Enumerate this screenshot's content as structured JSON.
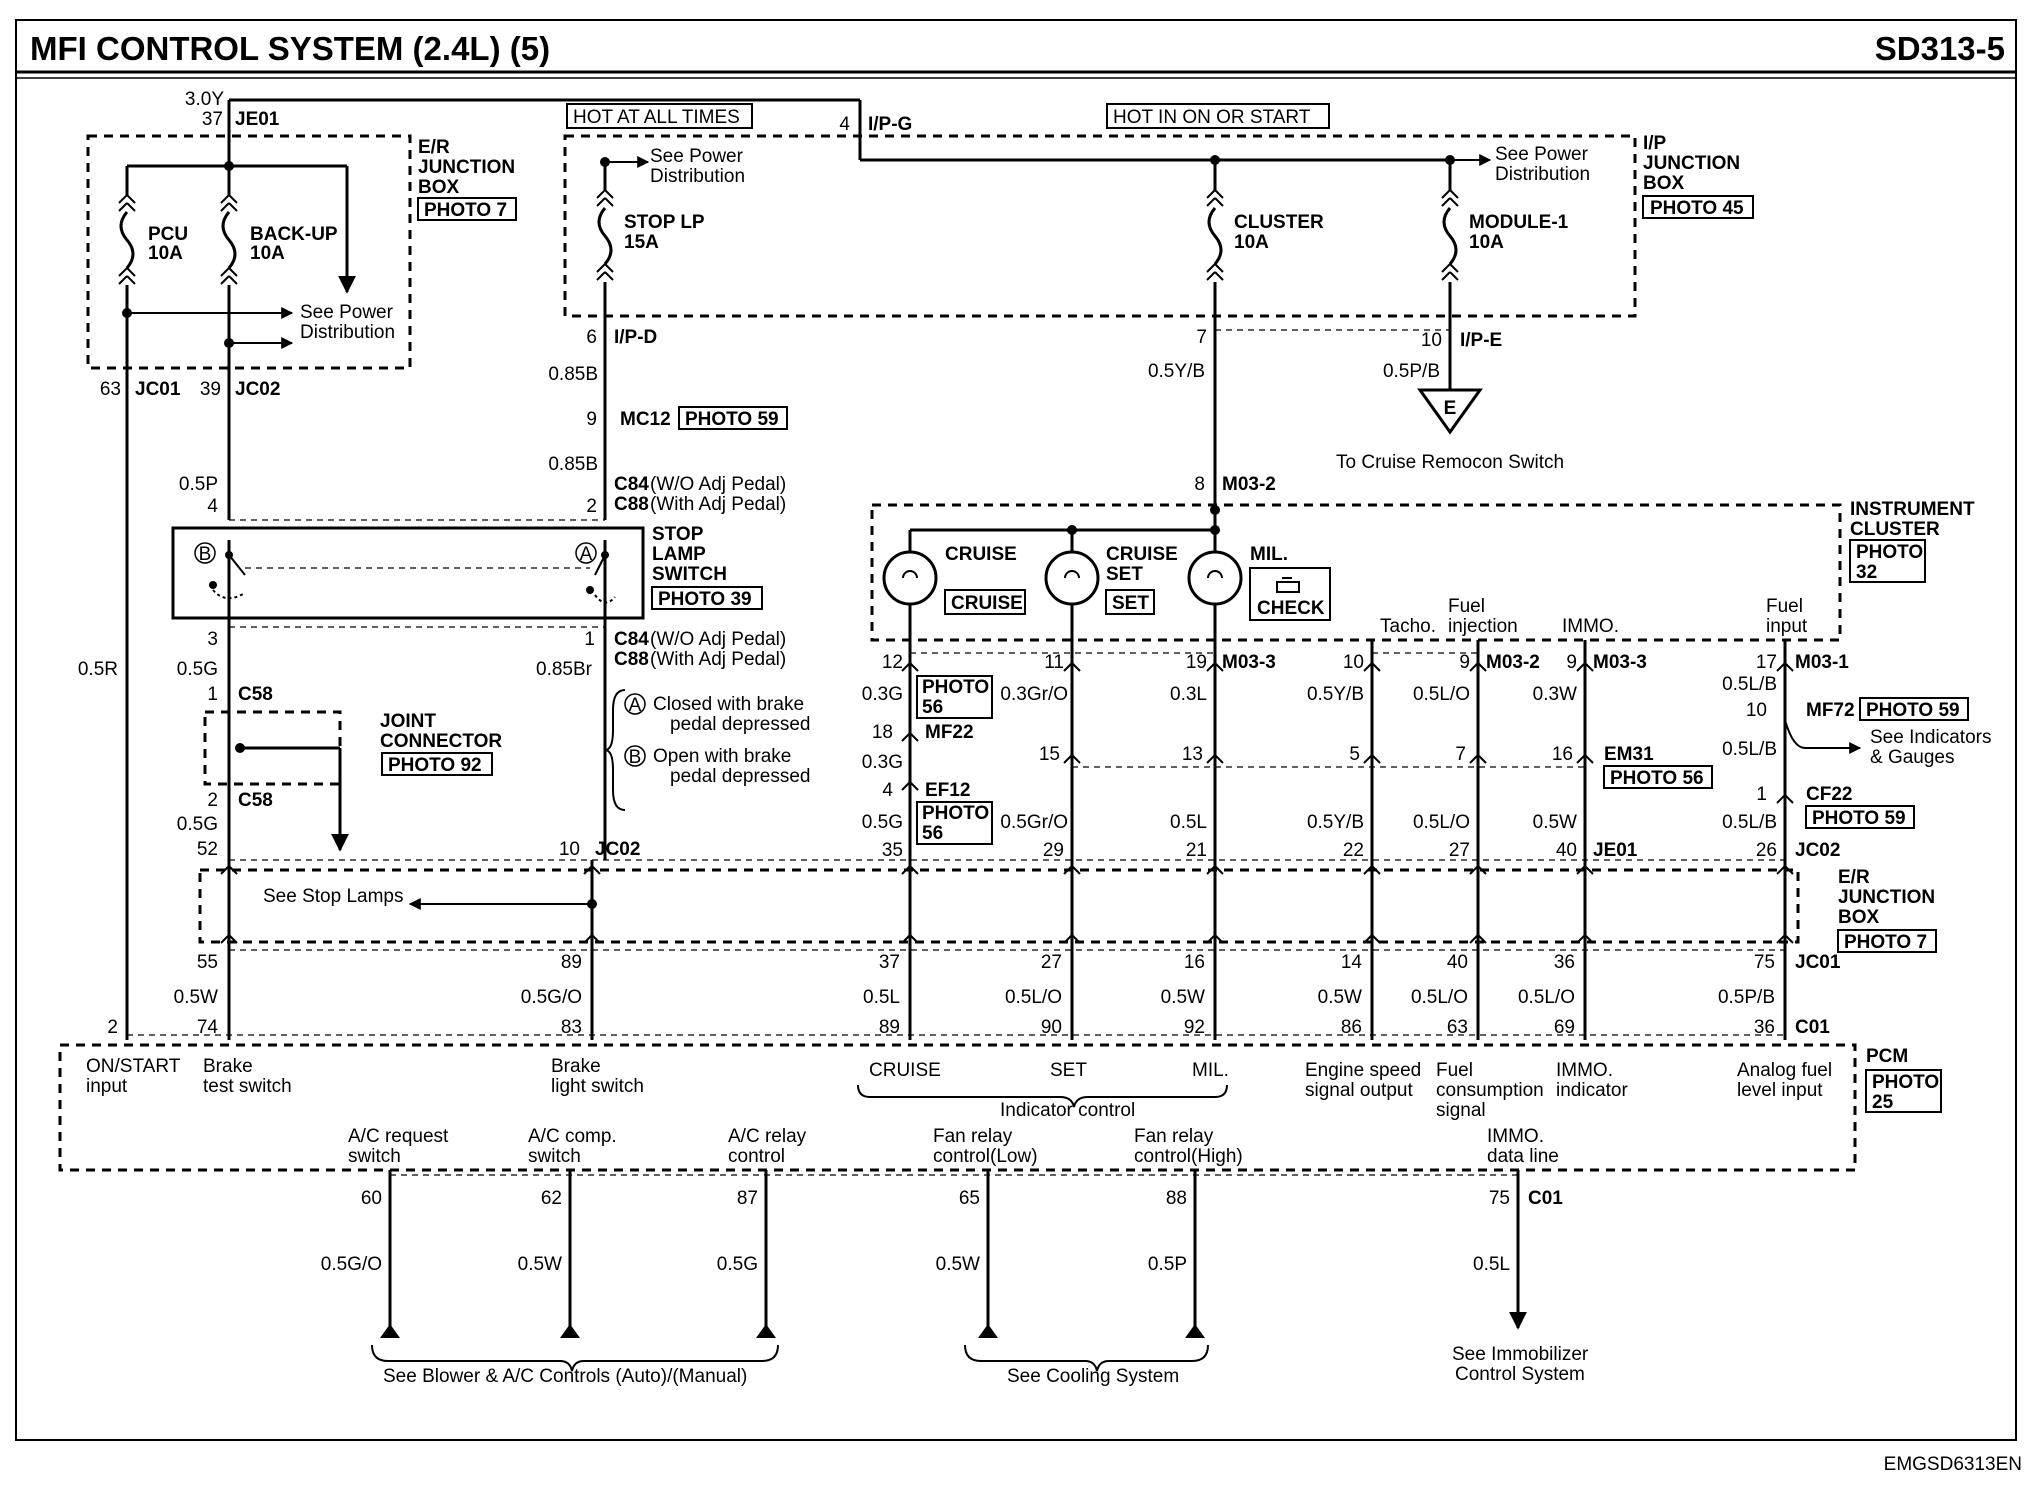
{
  "header": {
    "title": "MFI CONTROL SYSTEM (2.4L) (5)",
    "page_code": "SD313-5"
  },
  "footer": {
    "code": "EMGSD6313EN"
  },
  "er_box_top": {
    "label_1": "E/R",
    "label_2": "JUNCTION",
    "label_3": "BOX",
    "photo": "PHOTO 7",
    "pcu_name": "PCU",
    "pcu_amp": "10A",
    "backup_name": "BACK-UP",
    "backup_amp": "10A",
    "see_power_1": "See Power",
    "see_power_2": "Distribution",
    "voltage": "3.0Y",
    "je01_pin": "37",
    "je01": "JE01",
    "jc01_pin": "63",
    "jc01": "JC01",
    "jc02_pin": "39",
    "jc02": "JC02"
  },
  "ip_box": {
    "hot_all": "HOT AT ALL TIMES",
    "hot_on": "HOT IN ON OR START",
    "ipg_pin": "4",
    "ipg": "I/P-G",
    "label_1": "I/P",
    "label_2": "JUNCTION",
    "label_3": "BOX",
    "photo": "PHOTO 45",
    "stop_name": "STOP LP",
    "stop_amp": "15A",
    "cluster_name": "CLUSTER",
    "cluster_amp": "10A",
    "module_name": "MODULE-1",
    "module_amp": "10A",
    "see_power_1": "See Power",
    "see_power_2": "Distribution",
    "ipd_pin": "6",
    "ipd": "I/P-D",
    "ip_pin7": "7",
    "ipe_pin": "10",
    "ipe": "I/P-E"
  },
  "left_wires": {
    "w085b_1": "0.85B",
    "mc12_pin": "9",
    "mc12": "MC12",
    "mc12_photo": "PHOTO 59",
    "w085b_2": "0.85B",
    "c84": "C84",
    "c84_note": "(W/O Adj Pedal)",
    "c88": "C88",
    "c88_note": "(With Adj Pedal)",
    "pin2": "2",
    "pin4": "4",
    "w05p": "0.5P",
    "w05r": "0.5R",
    "pin3": "3",
    "pin1": "1",
    "w05g": "0.5G",
    "w085br": "0.85Br",
    "c58_pin1": "1",
    "c58": "C58",
    "c58_pin2": "2",
    "w05g_2": "0.5G",
    "pin52": "52",
    "pin10": "10",
    "jc02": "JC02"
  },
  "stop_switch": {
    "label_1": "STOP",
    "label_2": "LAMP",
    "label_3": "SWITCH",
    "photo": "PHOTO 39",
    "mark_b": "B",
    "mark_a": "A",
    "legend_a_1": "Closed with brake",
    "legend_a_2": "pedal depressed",
    "legend_b_1": "Open with brake",
    "legend_b_2": "pedal depressed"
  },
  "joint": {
    "label_1": "JOINT",
    "label_2": "CONNECTOR",
    "photo": "PHOTO 92"
  },
  "cruise_side": {
    "w05yb": "0.5Y/B",
    "w05pb": "0.5P/B",
    "e_mark": "E",
    "to_cruise": "To Cruise Remocon Switch",
    "m03_2_pin": "8",
    "m03_2": "M03-2"
  },
  "cluster": {
    "label_1": "INSTRUMENT",
    "label_2": "CLUSTER",
    "photo_1": "PHOTO",
    "photo_2": "32",
    "cruise": "CRUISE",
    "cruise_box": "CRUISE",
    "cruise_set_1": "CRUISE",
    "cruise_set_2": "SET",
    "set_box": "SET",
    "mil": "MIL.",
    "check": "CHECK",
    "tacho": "Tacho.",
    "fuel_inj_1": "Fuel",
    "fuel_inj_2": "injection",
    "immo": "IMMO.",
    "fuel_in_1": "Fuel",
    "fuel_in_2": "input"
  },
  "cols": {
    "p12": "12",
    "w03g": "0.3G",
    "photo56_1": "PHOTO",
    "photo56_2": "56",
    "p18": "18",
    "mf22": "MF22",
    "w03g_2": "0.3G",
    "p4": "4",
    "ef12": "EF12",
    "w05g": "0.5G",
    "photo56b_1": "PHOTO",
    "photo56b_2": "56",
    "p35": "35",
    "p11": "11",
    "w03gro": "0.3Gr/O",
    "p15": "15",
    "w05gro": "0.5Gr/O",
    "p29": "29",
    "p19": "19",
    "m03_3": "M03-3",
    "w03l": "0.3L",
    "p13": "13",
    "w05l": "0.5L",
    "p21": "21",
    "p10": "10",
    "w05yb": "0.5Y/B",
    "p5": "5",
    "w05yb_2": "0.5Y/B",
    "p22": "22",
    "p9a": "9",
    "m03_2": "M03-2",
    "w05lo": "0.5L/O",
    "p7": "7",
    "w05lo_2": "0.5L/O",
    "p27": "27",
    "p9b": "9",
    "m03_3b": "M03-3",
    "w03w": "0.3W",
    "p16": "16",
    "em31": "EM31",
    "em31_photo": "PHOTO 56",
    "w05w": "0.5W",
    "p40": "40",
    "je01": "JE01",
    "p17": "17",
    "m03_1": "M03-1",
    "w05lb": "0.5L/B",
    "p10b": "10",
    "mf72": "MF72",
    "mf72_photo": "PHOTO 59",
    "w05lb_2": "0.5L/B",
    "p1": "1",
    "cf22": "CF22",
    "cf22_photo": "PHOTO 59",
    "w05lb_3": "0.5L/B",
    "p26": "26",
    "jc02": "JC02",
    "see_ind_1": "See Indicators",
    "see_ind_2": "& Gauges"
  },
  "er_box_bottom": {
    "see_stop": "See Stop Lamps",
    "label_1": "E/R",
    "label_2": "JUNCTION",
    "label_3": "BOX",
    "photo": "PHOTO 7",
    "p55": "55",
    "p89": "89",
    "p37": "37",
    "p27": "27",
    "p16": "16",
    "p14": "14",
    "p40": "40",
    "p36": "36",
    "p75": "75",
    "jc01": "JC01"
  },
  "pcm_wires": {
    "w05w": "0.5W",
    "w05go": "0.5G/O",
    "w05l": "0.5L",
    "w05lo": "0.5L/O",
    "w05w_2": "0.5W",
    "w05w_3": "0.5W",
    "w05lo_2": "0.5L/O",
    "w05lo_3": "0.5L/O",
    "w05pb": "0.5P/B",
    "p2": "2",
    "p74": "74",
    "p83": "83",
    "p89": "89",
    "p90": "90",
    "p92": "92",
    "p86": "86",
    "p63": "63",
    "p69": "69",
    "p36": "36",
    "c01": "C01"
  },
  "pcm": {
    "label": "PCM",
    "photo_1": "PHOTO",
    "photo_2": "25",
    "on_start_1": "ON/START",
    "on_start_2": "input",
    "brake_test_1": "Brake",
    "brake_test_2": "test switch",
    "brake_light_1": "Brake",
    "brake_light_2": "light switch",
    "cruise": "CRUISE",
    "set": "SET",
    "mil": "MIL.",
    "indicator_control": "Indicator control",
    "engine_speed_1": "Engine speed",
    "engine_speed_2": "signal output",
    "fuel_cons_1": "Fuel",
    "fuel_cons_2": "consumption",
    "fuel_cons_3": "signal",
    "immo_1": "IMMO.",
    "immo_2": "indicator",
    "analog_1": "Analog fuel",
    "analog_2": "level input",
    "ac_req_1": "A/C request",
    "ac_req_2": "switch",
    "ac_comp_1": "A/C comp.",
    "ac_comp_2": "switch",
    "ac_relay_1": "A/C relay",
    "ac_relay_2": "control",
    "fan_low_1": "Fan relay",
    "fan_low_2": "control(Low)",
    "fan_high_1": "Fan relay",
    "fan_high_2": "control(High)",
    "immo_data_1": "IMMO.",
    "immo_data_2": "data line"
  },
  "bottom": {
    "p60": "60",
    "p62": "62",
    "p87": "87",
    "p65": "65",
    "p88": "88",
    "p75": "75",
    "c01": "C01",
    "w05go": "0.5G/O",
    "w05w": "0.5W",
    "w05g": "0.5G",
    "w05w_2": "0.5W",
    "w05p": "0.5P",
    "w05l": "0.5L",
    "see_blower": "See Blower & A/C Controls (Auto)/(Manual)",
    "see_cooling": "See Cooling System",
    "see_immo_1": "See Immobilizer",
    "see_immo_2": "Control System"
  }
}
